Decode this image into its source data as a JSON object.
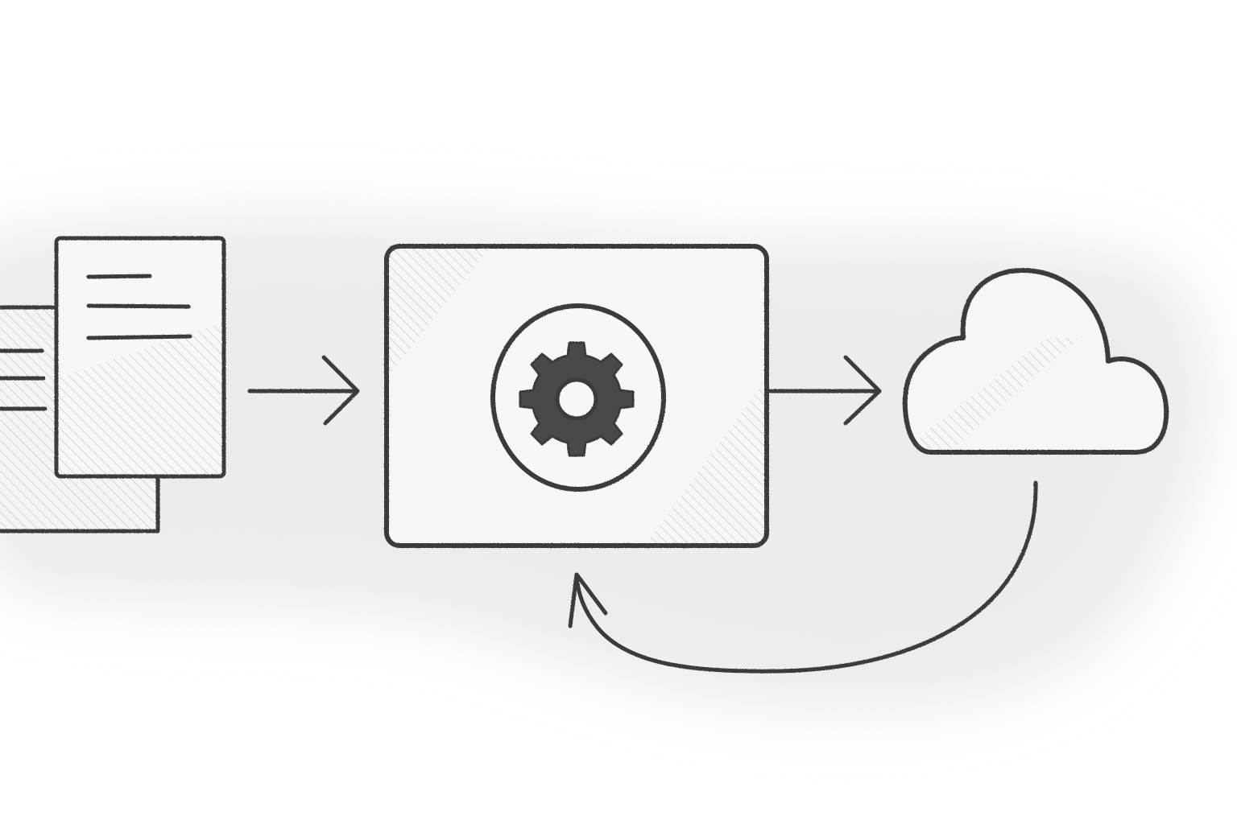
{
  "diagram": {
    "style": "pencil-sketch",
    "colors": {
      "paper": "#ffffff",
      "smudge": "#eeeeec",
      "card": "#f6f6f4",
      "stroke": "#3a3a3a",
      "gear": "#4a4a4a",
      "hatch": "#8a8a8a"
    },
    "nodes": [
      {
        "id": "documents",
        "icon": "document-stack-icon"
      },
      {
        "id": "processor",
        "icon": "gear-icon"
      },
      {
        "id": "cloud",
        "icon": "cloud-icon"
      }
    ],
    "edges": [
      {
        "from": "documents",
        "to": "processor",
        "shape": "straight-arrow"
      },
      {
        "from": "processor",
        "to": "cloud",
        "shape": "straight-arrow"
      },
      {
        "from": "cloud",
        "to": "processor",
        "shape": "curved-arrow"
      }
    ]
  }
}
